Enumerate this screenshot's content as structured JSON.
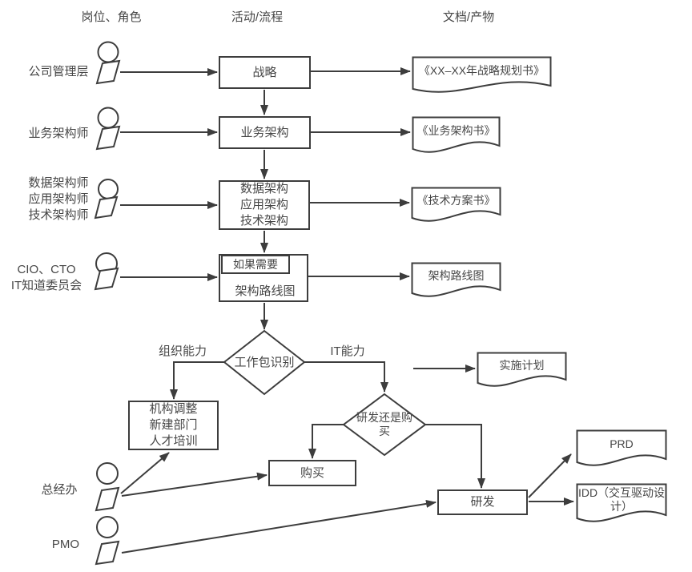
{
  "headers": {
    "roles": "岗位、角色",
    "process": "活动/流程",
    "artifacts": "文档/产物"
  },
  "roles": {
    "management": "公司管理层",
    "biz_architect": "业务架构师",
    "architects": "数据架构师\n应用架构师\n技术架构师",
    "cio_committee": "CIO、CTO\nIT知道委员会",
    "gm_office": "总经办",
    "pmo": "PMO"
  },
  "nodes": {
    "strategy": "战略",
    "biz_arch": "业务架构",
    "tech_arch": "数据架构\n应用架构\n技术架构",
    "if_needed": "如果需要",
    "arch_roadmap": "架构路线图",
    "work_package": "工作包识别",
    "org_adjust": "机构调整\n新建部门\n人才培训",
    "rd_or_buy": "研发还是购买",
    "buy": "购买",
    "rd": "研发"
  },
  "docs": {
    "strategy_plan": "《XX–XX年战略规划书》",
    "biz_arch_doc": "《业务架构书》",
    "tech_plan_doc": "《技术方案书》",
    "roadmap_doc": "架构路线图",
    "impl_plan": "实施计划",
    "prd": "PRD",
    "idd": "IDD（交互驱动设\n计）"
  },
  "edge_labels": {
    "org_capability": "组织能力",
    "it_capability": "IT能力"
  },
  "colors": {
    "stroke": "#3d3d3d",
    "text": "#474747",
    "node_fill": "#ffffff",
    "background": "#ffffff"
  }
}
